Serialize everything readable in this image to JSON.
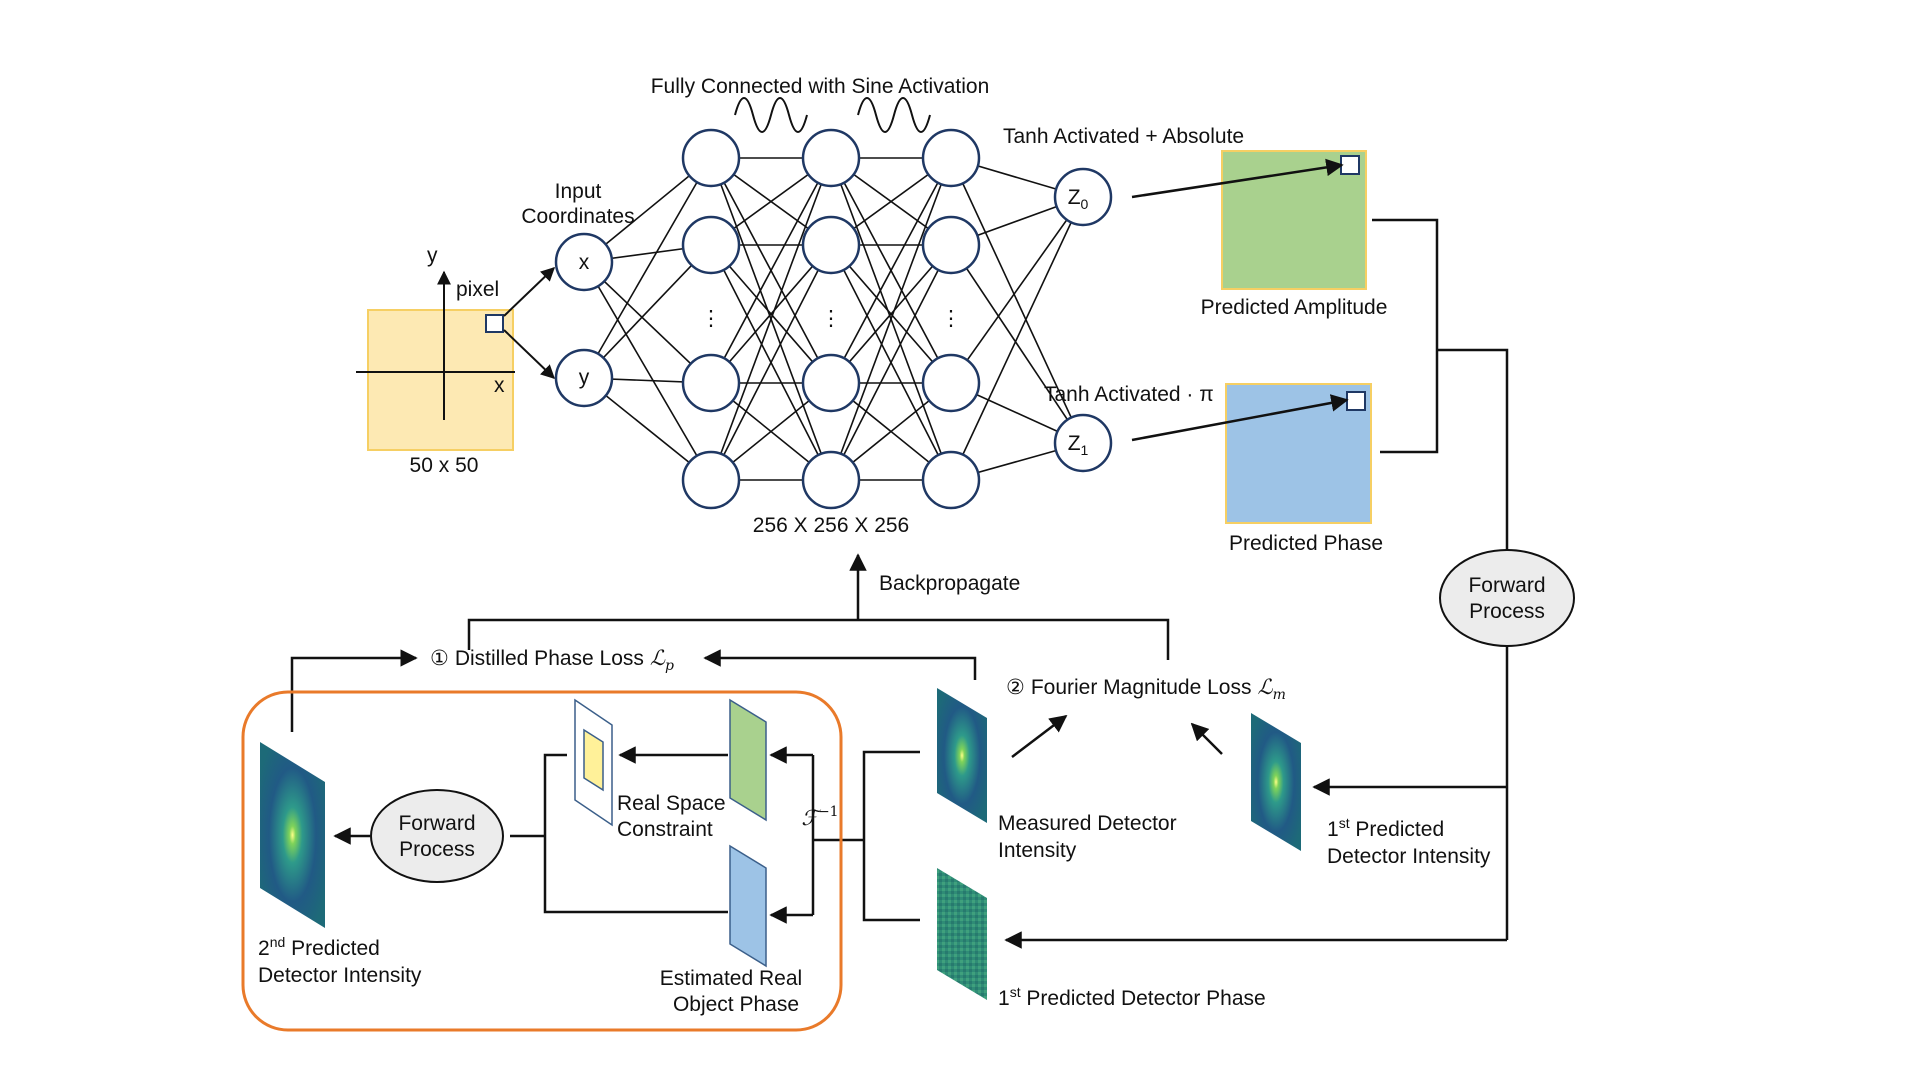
{
  "title": "Fully Connected with Sine Activation",
  "input": {
    "grid_label": "50 x 50",
    "axis_x": "x",
    "axis_y": "y",
    "pixel_label": "pixel",
    "coords_line1": "Input",
    "coords_line2": "Coordinates",
    "node_x": "x",
    "node_y": "y"
  },
  "network": {
    "size_label": "256 X 256 X 256",
    "ellipsis": "⋮",
    "output_z0": "Z",
    "output_z0_sub": "0",
    "output_z1": "Z",
    "output_z1_sub": "1"
  },
  "outputs": {
    "tanh_abs": "Tanh Activated + Absolute",
    "tanh_pi": "Tanh Activated · π",
    "amplitude": "Predicted Amplitude",
    "phase": "Predicted Phase"
  },
  "training": {
    "backpropagate": "Backpropagate",
    "loss1_num": "①",
    "loss1": "Distilled Phase Loss",
    "loss1_sym": "ℒ",
    "loss1_sub": "p",
    "loss2_num": "②",
    "loss2": "Fourier Magnitude Loss",
    "loss2_sym": "ℒ",
    "loss2_sub": "m",
    "forward_right_line1": "Forward",
    "forward_right_line2": "Process",
    "forward_left_line1": "Forward",
    "forward_left_line2": "Process",
    "inverse_fourier": "ℱ",
    "inverse_sup": "−1",
    "real_space_line1": "Real Space",
    "real_space_line2": "Constraint",
    "est_line1": "Estimated Real",
    "est_line2": "Object Phase",
    "measured_line1": "Measured Detector",
    "measured_line2": "Intensity",
    "first_pred_int_num": "1",
    "first_pred_int_sup": "st",
    "first_pred_int_line1": " Predicted",
    "first_pred_int_line2": "Detector Intensity",
    "second_pred_num": "2",
    "second_pred_sup": "nd",
    "second_pred_line1": " Predicted",
    "second_pred_line2": "Detector Intensity",
    "first_pred_phase_num": "1",
    "first_pred_phase_sup": "st",
    "first_pred_phase": " Predicted Detector Phase"
  },
  "colors": {
    "grid_fill": "#fde9b3",
    "grid_border": "#f6cf63",
    "amplitude_fill": "#a9d18e",
    "phase_fill": "#9dc3e6",
    "accent_orange": "#e97a2a",
    "real_space_inner": "#fff199",
    "estimated_fill": "#9dc3e6",
    "green_slab": "#a9d18e",
    "ellipse_fill": "#ececec"
  }
}
